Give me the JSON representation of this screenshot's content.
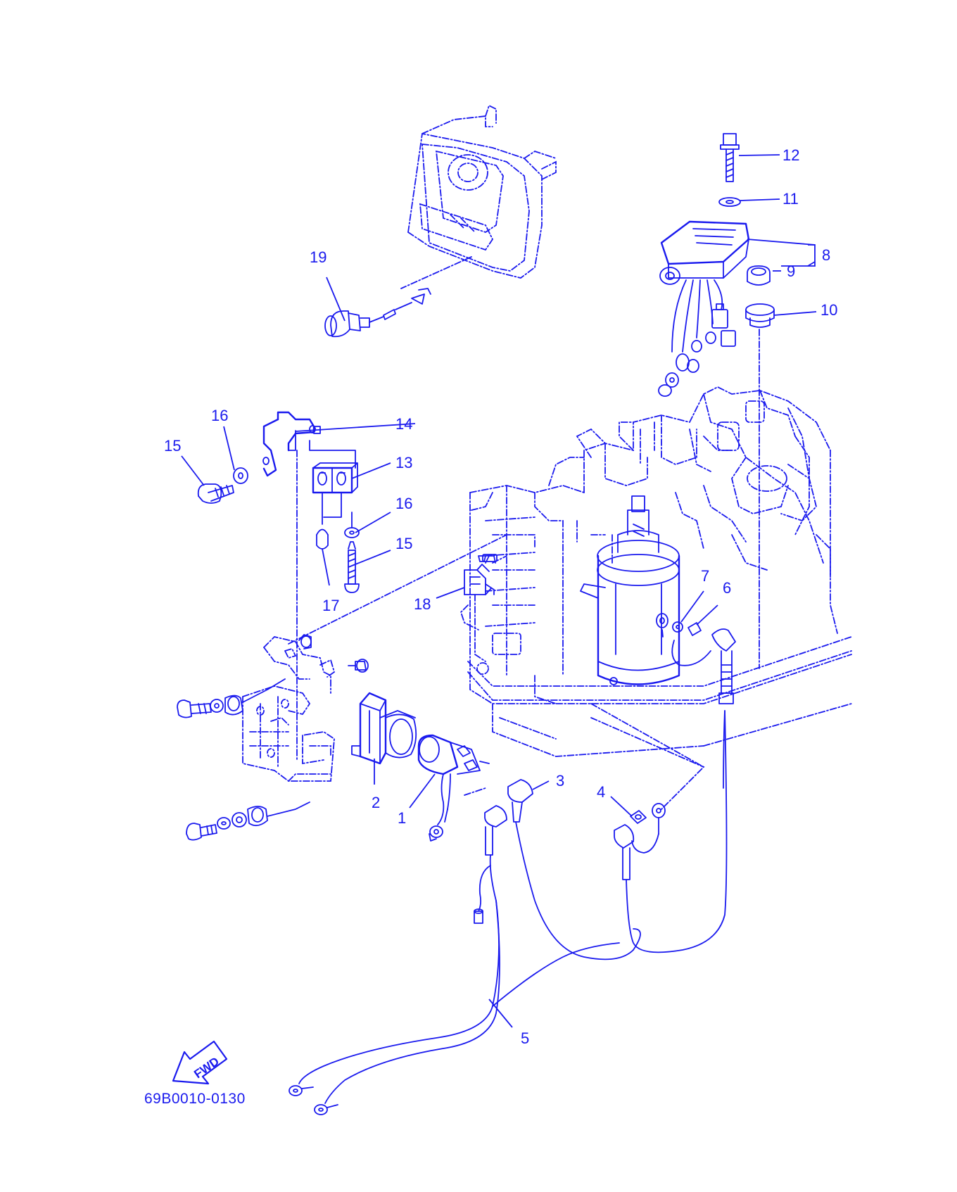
{
  "diagram": {
    "drawing_code": "69B0010-0130",
    "direction_arrow": "FWD",
    "line_color": "#1a1aee",
    "callouts": [
      "1",
      "2",
      "3",
      "4",
      "5",
      "6",
      "7",
      "8",
      "9",
      "10",
      "11",
      "12",
      "13",
      "14",
      "15",
      "16",
      "17",
      "18",
      "19"
    ],
    "repeated_callouts": [
      "15",
      "16"
    ]
  }
}
